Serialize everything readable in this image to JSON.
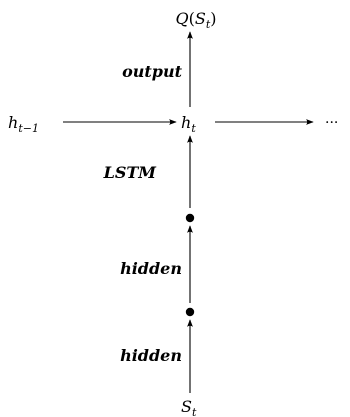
{
  "nodes": {
    "q_value": {
      "func": "Q",
      "open": "(",
      "var": "S",
      "sub": "t",
      "close": ")"
    },
    "h_prev": {
      "var": "h",
      "sub": "t−1"
    },
    "h_t": {
      "var": "h",
      "sub": "t"
    },
    "h_next": {
      "text": "···"
    },
    "s_t": {
      "var": "S",
      "sub": "t"
    }
  },
  "labels": {
    "output": "output",
    "lstm": "LSTM",
    "hidden_upper": "hidden",
    "hidden_lower": "hidden"
  }
}
